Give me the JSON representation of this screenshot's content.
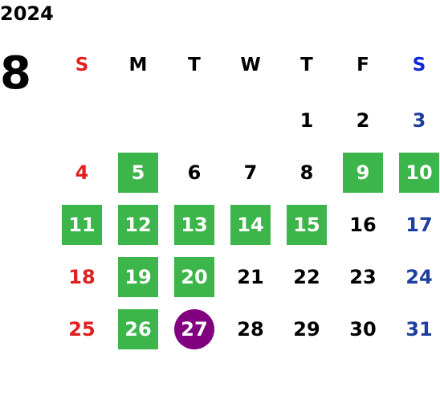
{
  "calendar": {
    "year": "2024",
    "month": "8",
    "weekdays": [
      "S",
      "M",
      "T",
      "W",
      "T",
      "F",
      "S"
    ],
    "first_weekday_index": 4,
    "days_in_month": 31,
    "highlighted_days": [
      5,
      9,
      10,
      11,
      12,
      13,
      14,
      15,
      19,
      20,
      26
    ],
    "today": 27,
    "colors": {
      "sunday": "#e02020",
      "saturday": "#1f3fa0",
      "saturday_header": "#1024d8",
      "weekday": "#000000",
      "highlight": "#3cb54a",
      "today": "#800080"
    }
  }
}
